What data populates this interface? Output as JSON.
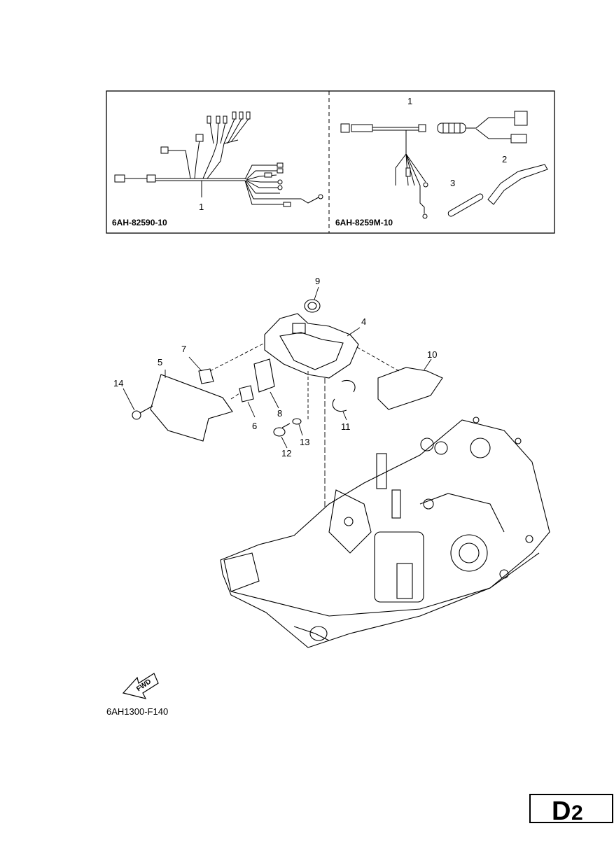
{
  "inset": {
    "left_panel": {
      "callout": "1",
      "part_code": "6AH-82590-10"
    },
    "right_panel": {
      "callouts": [
        "1",
        "2",
        "3"
      ],
      "part_code": "6AH-8259M-10"
    }
  },
  "main": {
    "callouts": [
      "9",
      "4",
      "7",
      "5",
      "10",
      "14",
      "8",
      "6",
      "13",
      "11",
      "12"
    ],
    "fwd_label": "FWD",
    "figure_code": "6AH1300-F140"
  },
  "page_badge": {
    "letter": "D",
    "number": "2"
  }
}
